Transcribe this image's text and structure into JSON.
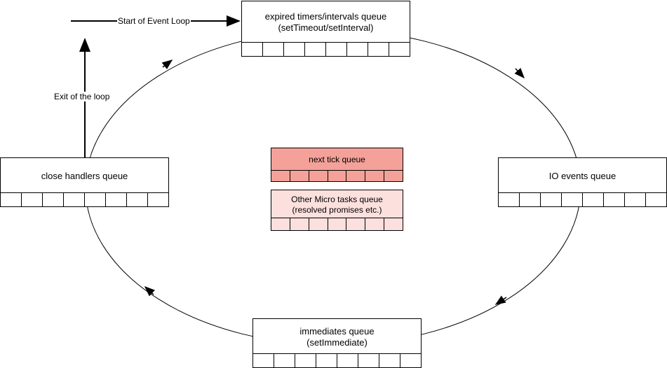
{
  "diagram": {
    "start_label": "Start of Event Loop",
    "exit_label": "Exit of the loop",
    "queues": {
      "timers": {
        "line1": "expired timers/intervals queue",
        "line2": "(setTimeout/setInterval)"
      },
      "io": {
        "line1": "IO events queue"
      },
      "immediates": {
        "line1": "immediates queue",
        "line2": "(setImmediate)"
      },
      "close": {
        "line1": "close handlers queue"
      },
      "next_tick": {
        "line1": "next tick queue"
      },
      "micro": {
        "line1": "Other Micro tasks queue",
        "line2": "(resolved promises etc.)"
      }
    },
    "colors": {
      "next_tick_fill": "#f4a199",
      "micro_fill": "#fce0de",
      "stroke": "#000000"
    }
  }
}
